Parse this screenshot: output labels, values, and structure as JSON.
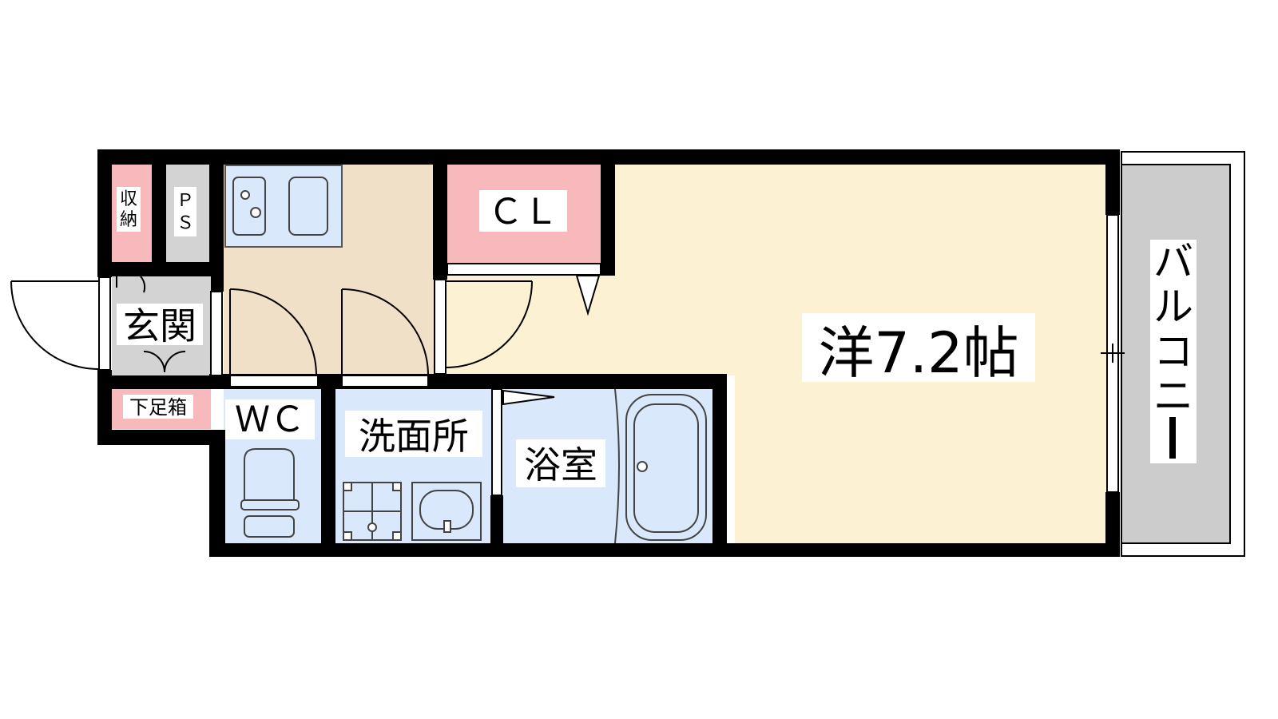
{
  "rooms": {
    "western_room": "洋7.2帖",
    "closet": "ＣＬ",
    "entrance": "玄関",
    "shoe_cabinet": "下足箱",
    "storage": [
      "収",
      "納"
    ],
    "pipe_space": [
      "Ｐ",
      "Ｓ"
    ],
    "toilet": "ＷＣ",
    "washroom": "洗面所",
    "bathroom": "浴室",
    "balcony": [
      "バ",
      "ル",
      "コ",
      "ニ",
      "ー"
    ]
  },
  "colors": {
    "western_room": "#fdf1d4",
    "kitchen_floor": "#f1e0c8",
    "closet_pink": "#f8b9bd",
    "wet_area_blue": "#d9e9fb",
    "grey": "#d3d3d3",
    "balcony_grey": "#cccccc",
    "wall": "#000000",
    "label_bg": "#ffffff"
  }
}
